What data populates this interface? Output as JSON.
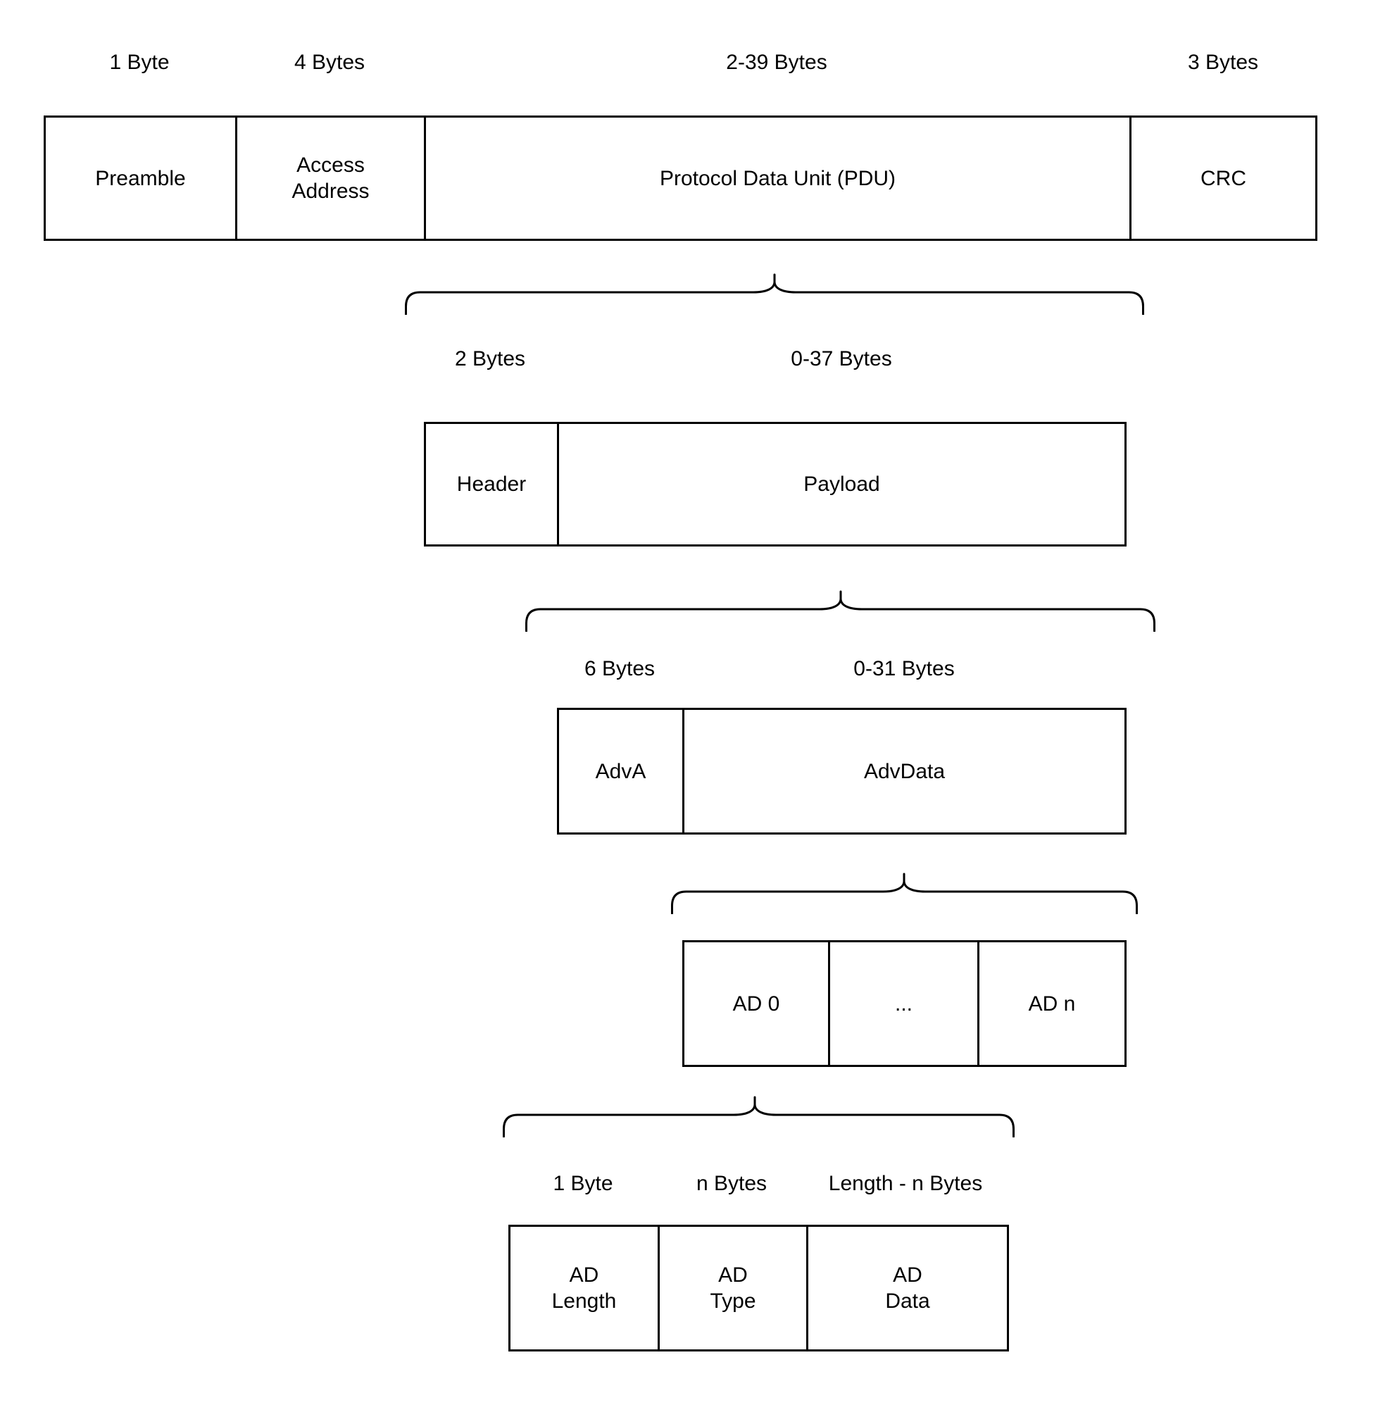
{
  "colors": {
    "stroke": "#000000",
    "background": "#ffffff",
    "text": "#000000"
  },
  "packet": {
    "size_labels": [
      "1 Byte",
      "4 Bytes",
      "2-39 Bytes",
      "3 Bytes"
    ],
    "fields": [
      "Preamble",
      "Access\nAddress",
      "Protocol Data Unit (PDU)",
      "CRC"
    ]
  },
  "pdu": {
    "size_labels": [
      "2 Bytes",
      "0-37 Bytes"
    ],
    "fields": [
      "Header",
      "Payload"
    ]
  },
  "payload": {
    "size_labels": [
      "6 Bytes",
      "0-31 Bytes"
    ],
    "fields": [
      "AdvA",
      "AdvData"
    ]
  },
  "advdata": {
    "fields": [
      "AD 0",
      "...",
      "AD n"
    ]
  },
  "ad_structure": {
    "size_labels": [
      "1 Byte",
      "n Bytes",
      "Length - n Bytes"
    ],
    "fields": [
      "AD\nLength",
      "AD\nType",
      "AD\nData"
    ]
  }
}
